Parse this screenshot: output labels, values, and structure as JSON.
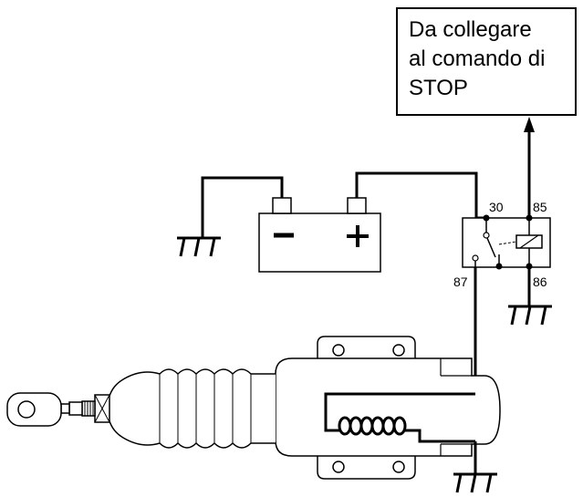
{
  "note": {
    "lines": [
      "Da collegare",
      "al comando di",
      "STOP"
    ]
  },
  "relay": {
    "pins": {
      "p30": "30",
      "p85": "85",
      "p87": "87",
      "p86": "86"
    }
  },
  "battery": {
    "negative_symbol": "−",
    "positive_symbol": "+"
  }
}
